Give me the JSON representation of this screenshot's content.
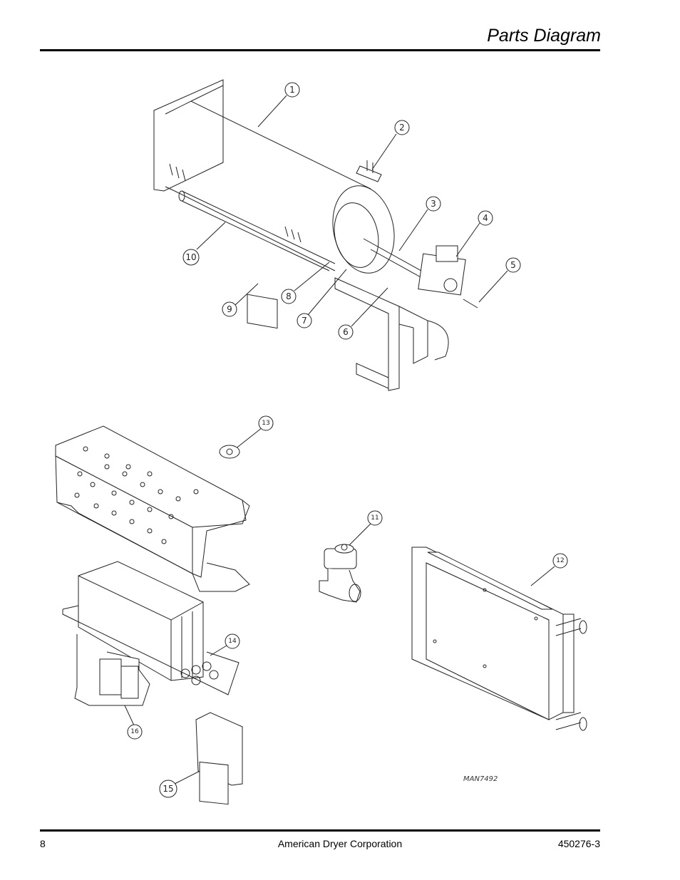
{
  "header": {
    "title": "Parts Diagram"
  },
  "footer": {
    "page_number": "8",
    "company": "American Dryer Corporation",
    "doc_number": "450276-3"
  },
  "diagram": {
    "drawing_code": "MAN7492",
    "callouts": [
      "1",
      "2",
      "3",
      "4",
      "5",
      "6",
      "7",
      "8",
      "9",
      "10",
      "11",
      "12",
      "13",
      "14",
      "15",
      "16"
    ]
  }
}
